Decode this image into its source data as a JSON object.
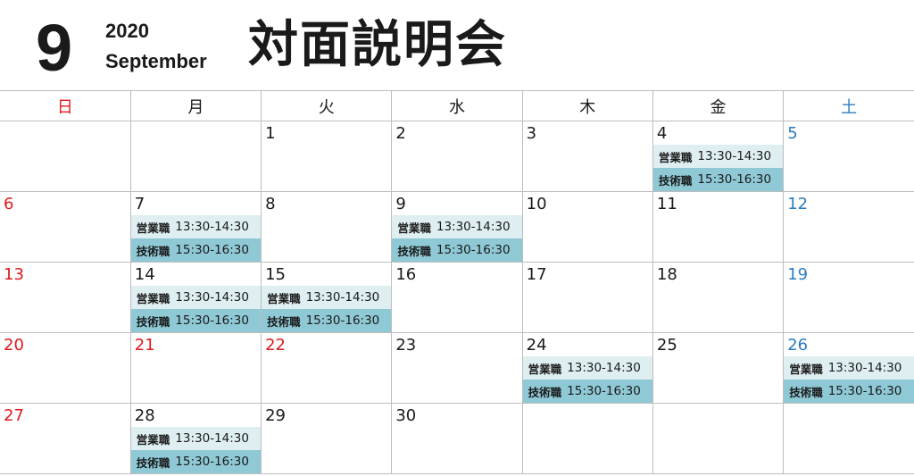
{
  "header": {
    "month_number": "9",
    "year": "2020",
    "month_name": "September",
    "title": "対面説明会"
  },
  "weekdays": [
    "日",
    "月",
    "火",
    "水",
    "木",
    "金",
    "土"
  ],
  "events": {
    "ev1_label": "営業職",
    "ev1_time": "13:30-14:30",
    "ev2_label": "技術職",
    "ev2_time": "15:30-16:30"
  },
  "weeks": [
    [
      "",
      "",
      "1",
      "2",
      "3",
      "4",
      "5"
    ],
    [
      "6",
      "7",
      "8",
      "9",
      "10",
      "11",
      "12"
    ],
    [
      "13",
      "14",
      "15",
      "16",
      "17",
      "18",
      "19"
    ],
    [
      "20",
      "21",
      "22",
      "23",
      "24",
      "25",
      "26"
    ],
    [
      "27",
      "28",
      "29",
      "30",
      "",
      "",
      ""
    ]
  ],
  "event_days": [
    "4",
    "7",
    "9",
    "14",
    "15",
    "24",
    "26",
    "28"
  ],
  "holidays": [
    "21",
    "22"
  ],
  "colors": {
    "sunday": "#e0191f",
    "saturday": "#2b7bbf",
    "event_light": "#deeef1",
    "event_dark": "#8fc9d6"
  }
}
